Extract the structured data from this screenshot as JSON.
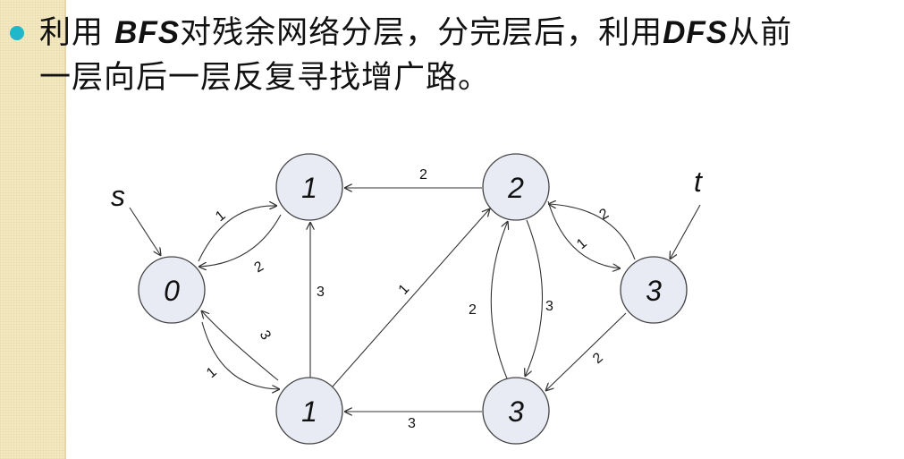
{
  "text": {
    "line1_a": "利用 ",
    "line1_bfs": "BFS",
    "line1_b": "对残余网络分层，分完层后，利用",
    "line1_dfs": "DFS",
    "line1_c": "从前",
    "line2": "一层向后一层反复寻找增广路。"
  },
  "colors": {
    "bullet": "#1fb7c9",
    "node_fill": "#e8ebf4",
    "strip": "#f5e9c2"
  },
  "graph": {
    "source_label": "s",
    "sink_label": "t",
    "nodes": [
      {
        "id": "A",
        "label": "0"
      },
      {
        "id": "B",
        "label": "1"
      },
      {
        "id": "C",
        "label": "1"
      },
      {
        "id": "D",
        "label": "2"
      },
      {
        "id": "E",
        "label": "3"
      },
      {
        "id": "F",
        "label": "3"
      }
    ],
    "edges": [
      {
        "from": "A",
        "to": "B",
        "label": "1"
      },
      {
        "from": "B",
        "to": "A",
        "label": "2"
      },
      {
        "from": "A",
        "to": "C",
        "label": "1"
      },
      {
        "from": "C",
        "to": "A",
        "label": "3"
      },
      {
        "from": "C",
        "to": "B",
        "label": "3"
      },
      {
        "from": "D",
        "to": "B",
        "label": "2"
      },
      {
        "from": "C",
        "to": "D",
        "label": "1"
      },
      {
        "from": "E",
        "to": "C",
        "label": "3"
      },
      {
        "from": "D",
        "to": "E",
        "label": "3"
      },
      {
        "from": "E",
        "to": "D",
        "label": "2"
      },
      {
        "from": "D",
        "to": "F",
        "label": "1"
      },
      {
        "from": "F",
        "to": "D",
        "label": "2"
      },
      {
        "from": "F",
        "to": "E",
        "label": "2"
      }
    ]
  }
}
